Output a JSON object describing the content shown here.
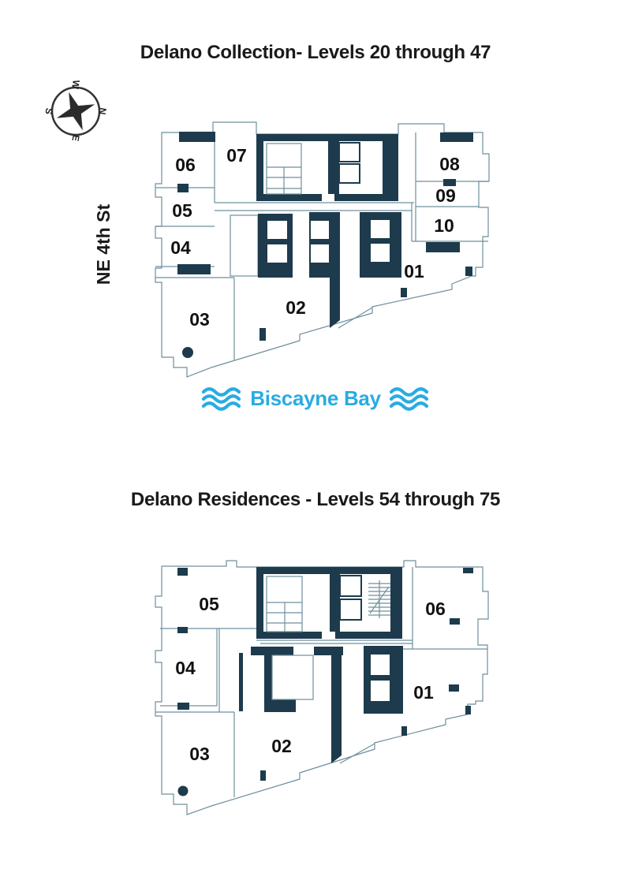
{
  "colors": {
    "wall": "#1d3b4c",
    "outline": "#6f8f9d",
    "text": "#1a1a1a",
    "water_blue": "#29abe2"
  },
  "compass": {
    "top": "W",
    "right": "N",
    "bottom": "E",
    "left": "S"
  },
  "street_label": "NE 4th St",
  "bay_label": "Biscayne Bay",
  "plans": [
    {
      "title": "Delano Collection- Levels 20 through 47",
      "units": [
        "06",
        "07",
        "05",
        "04",
        "08",
        "09",
        "10",
        "01",
        "02",
        "03"
      ]
    },
    {
      "title": "Delano Residences - Levels 54 through 75",
      "units": [
        "05",
        "04",
        "03",
        "02",
        "01",
        "06"
      ]
    }
  ]
}
